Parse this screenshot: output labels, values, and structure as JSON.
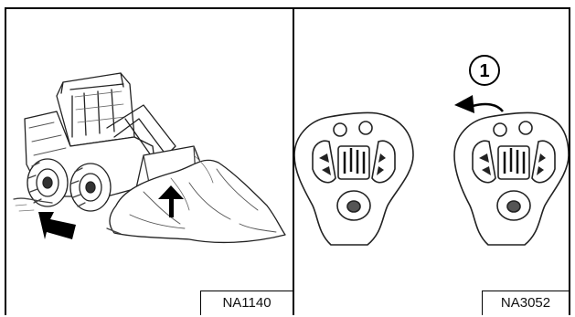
{
  "panels": [
    {
      "ref": "NA1140"
    },
    {
      "ref": "NA3052",
      "callout": "1"
    }
  ]
}
